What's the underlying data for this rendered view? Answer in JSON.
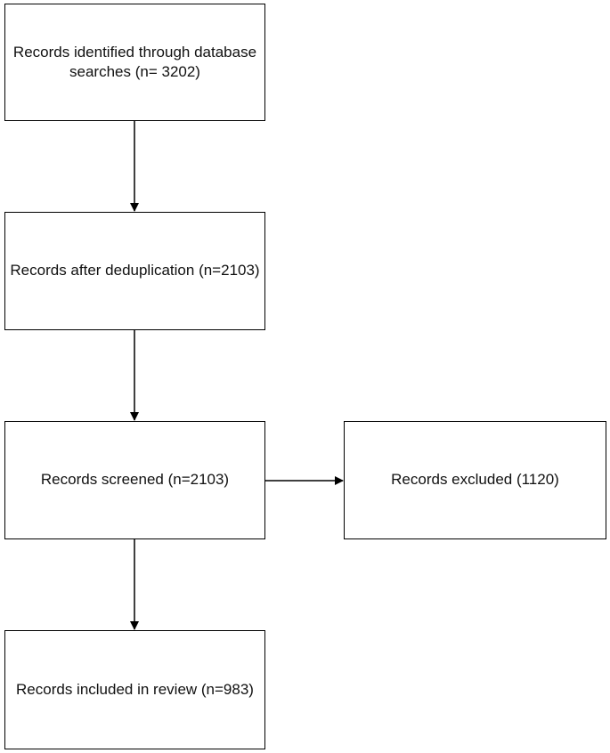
{
  "flowchart": {
    "nodes": [
      {
        "id": "identified",
        "label": "Records identified through database searches (n= 3202)"
      },
      {
        "id": "deduplicated",
        "label": "Records after deduplication (n=2103)"
      },
      {
        "id": "screened",
        "label": "Records screened (n=2103)"
      },
      {
        "id": "excluded",
        "label": "Records excluded (1120)"
      },
      {
        "id": "included",
        "label": "Records included in review (n=983)"
      }
    ],
    "edges": [
      {
        "from": "identified",
        "to": "deduplicated"
      },
      {
        "from": "deduplicated",
        "to": "screened"
      },
      {
        "from": "screened",
        "to": "excluded"
      },
      {
        "from": "screened",
        "to": "included"
      }
    ]
  }
}
